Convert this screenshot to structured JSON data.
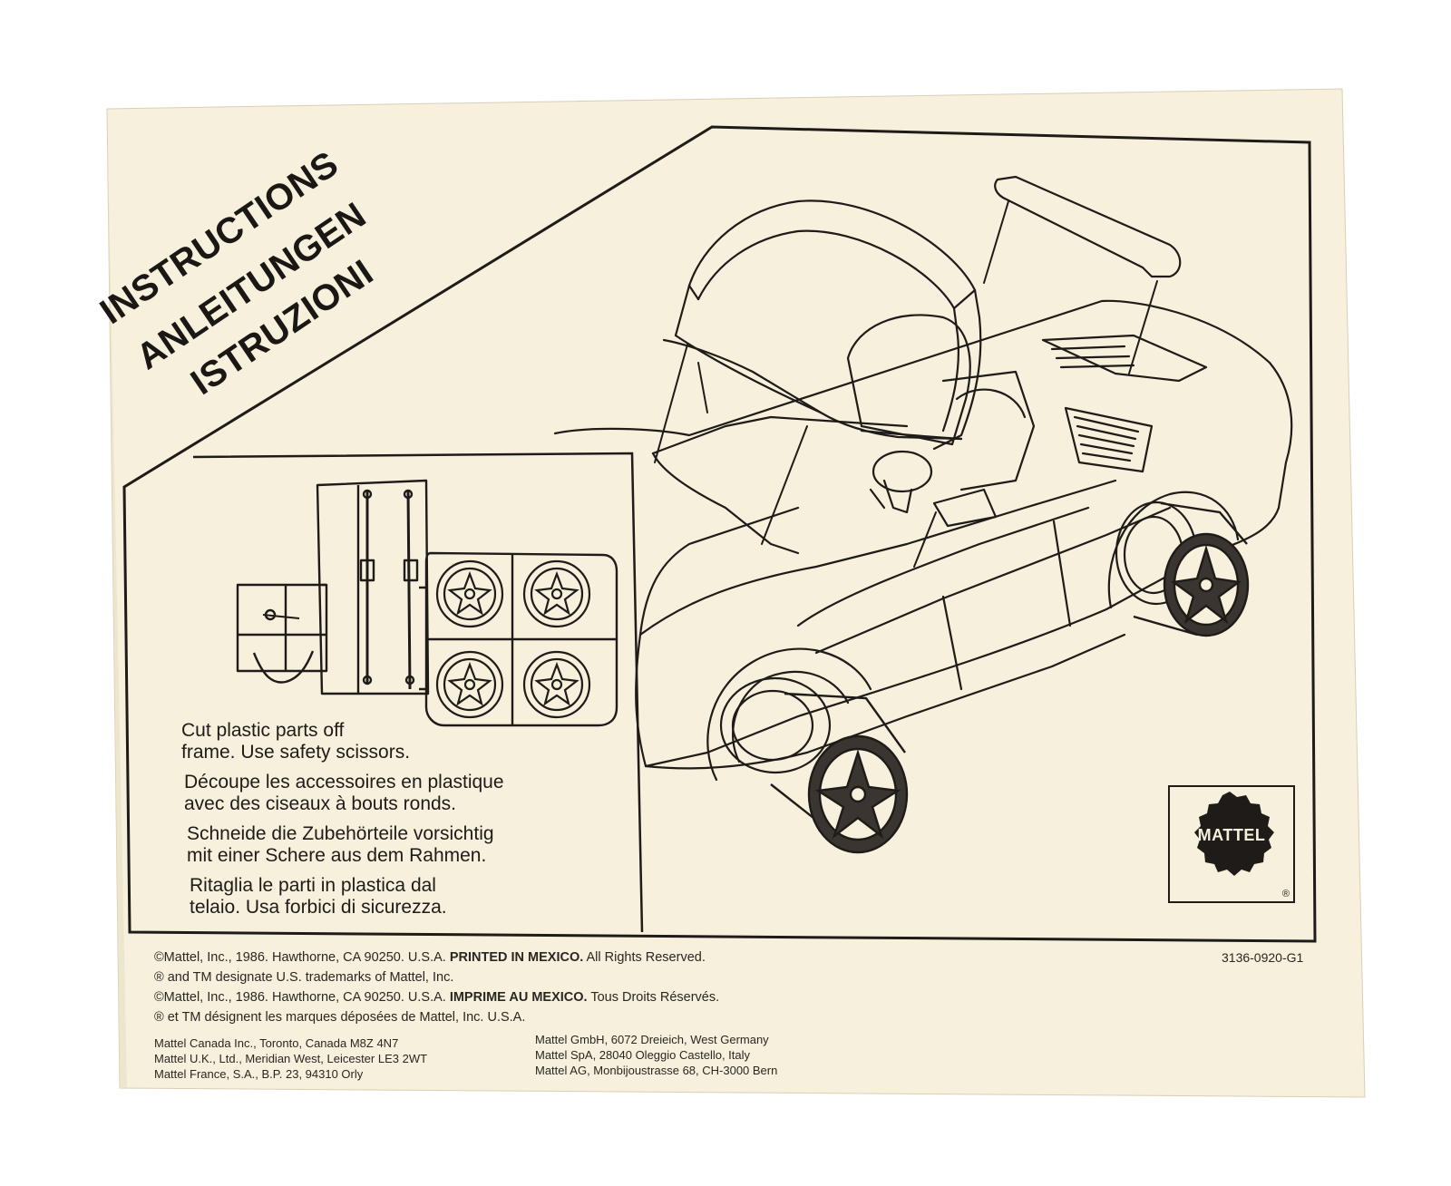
{
  "titles": [
    "INSTRUCTIONS",
    "ANLEITUNGEN",
    "ISTRUZIONI"
  ],
  "instructions": [
    [
      "Cut plastic parts off",
      "frame.  Use safety scissors."
    ],
    [
      "Découpe les accessoires en plastique",
      "avec des ciseaux à bouts ronds."
    ],
    [
      "Schneide die Zubehörteile vorsichtig",
      "mit einer Schere aus dem Rahmen."
    ],
    [
      "Ritaglia le parti in plastica dal",
      "telaio.  Usa forbici di sicurezza."
    ]
  ],
  "legal": {
    "line1_pre": "©Mattel, Inc., 1986. Hawthorne, CA 90250. U.S.A. ",
    "line1_bold": "PRINTED IN MEXICO.",
    "line1_post": " All Rights Reserved.",
    "line2": "® and TM designate U.S. trademarks of Mattel, Inc.",
    "line3_pre": "©Mattel, Inc., 1986. Hawthorne, CA 90250. U.S.A. ",
    "line3_bold": "IMPRIME AU MEXICO.",
    "line3_post": " Tous Droits Réservés.",
    "line4": "® et TM désignent les marques déposées de Mattel, Inc. U.S.A."
  },
  "addresses_left": [
    "Mattel Canada Inc., Toronto, Canada M8Z 4N7",
    "Mattel U.K., Ltd., Meridian West, Leicester LE3 2WT",
    "Mattel France, S.A., B.P. 23, 94310 Orly"
  ],
  "addresses_right": [
    "Mattel GmbH, 6072 Dreieich, West Germany",
    "Mattel SpA, 28040 Oleggio Castello, Italy",
    "Mattel AG, Monbijoustrasse 68, CH-3000 Bern"
  ],
  "part_code": "3136-0920-G1",
  "logo": {
    "text": "MATTEL",
    "reg_mark": "®"
  },
  "colors": {
    "paper": "#f6f0dc",
    "ink": "#1e1b18",
    "background": "#ffffff"
  }
}
